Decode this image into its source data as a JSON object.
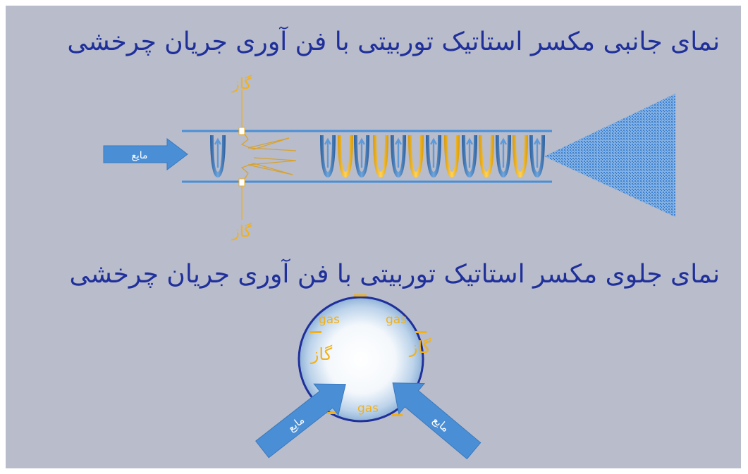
{
  "side_view_title": "نمای جانبی مکسر استاتیک توربیتی با فن آوری جریان چرخشی",
  "front_view_title": "نمای جلوی مکسر استاتیک توربیتی با فن آوری جریان چرخشی",
  "side_view": {
    "gas_top_label": "گاز",
    "gas_bottom_label": "گاز",
    "liquid_label": "مایع"
  },
  "front_view": {
    "gas_labels_en": [
      "gas",
      "gas",
      "gas"
    ],
    "gas_labels_fa": [
      "گاز",
      "گاز"
    ],
    "liquid_left_label": "مایع",
    "liquid_right_label": "مایع"
  },
  "colors": {
    "background": "#b8bccb",
    "title": "#20309a",
    "pipe": "#4a8fd6",
    "gas": "#f2b118",
    "arrow": "#4a8fd6",
    "spray": "#3f86d2"
  }
}
